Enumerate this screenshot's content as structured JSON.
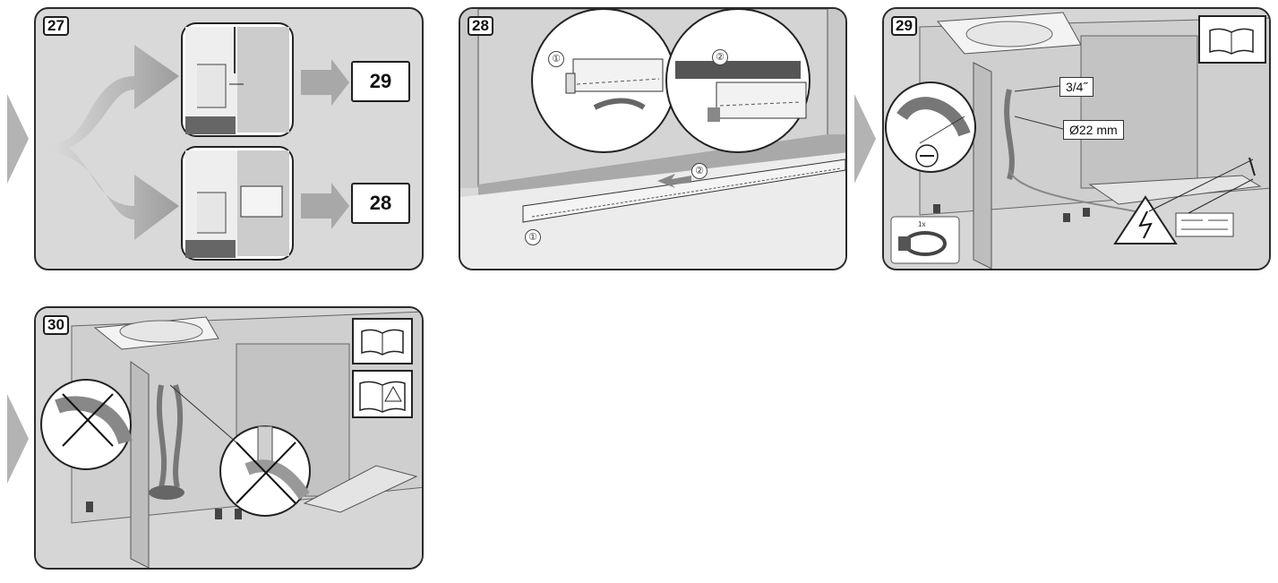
{
  "steps": {
    "s27": {
      "label": "27",
      "targets": [
        "29",
        "28"
      ]
    },
    "s28": {
      "label": "28",
      "markers": [
        "①",
        "②"
      ],
      "rail_markers": [
        "①",
        "②"
      ]
    },
    "s29": {
      "label": "29",
      "callout_thread": "3/4˝",
      "callout_diameter": "Ø22 mm",
      "clamp_qty": "1x"
    },
    "s30": {
      "label": "30"
    }
  },
  "colors": {
    "panel_bg": "#d9d9d9",
    "border": "#2b2b2b",
    "arrow": "#9a9a9a"
  },
  "icons": [
    "book-icon",
    "warning-book-icon",
    "electric-hazard-icon",
    "hose-clamp-icon",
    "no-entry-icon"
  ]
}
